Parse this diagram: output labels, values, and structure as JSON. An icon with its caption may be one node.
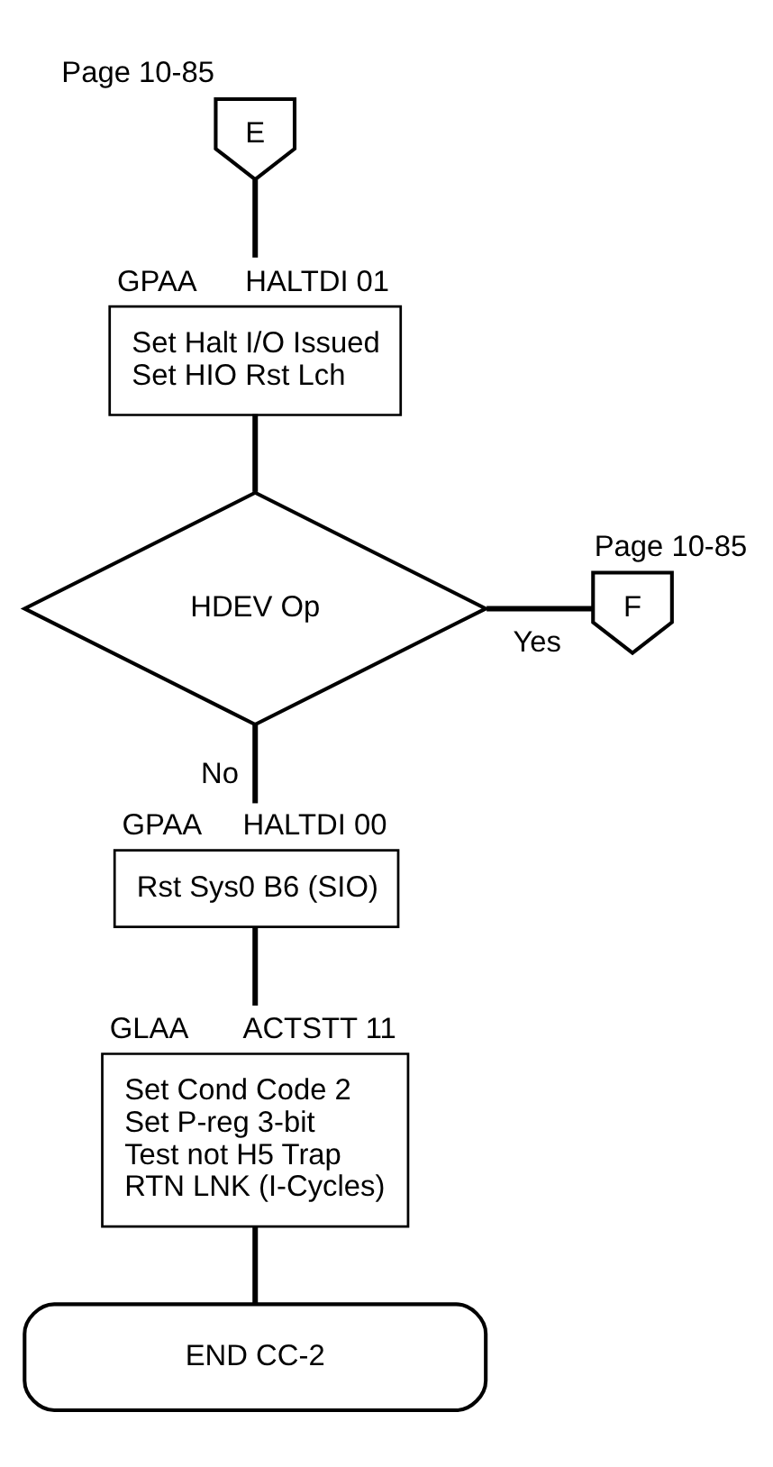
{
  "diagram": {
    "nodes": [
      {
        "text": [
          "E"
        ],
        "beside": [
          "Page 10-85"
        ]
      },
      {
        "text": [
          "GPAA",
          "HALTDI 01",
          "Set Halt I/O Issued",
          "Set HIO Rst Lch"
        ]
      },
      {
        "text": [
          "HDEV Op"
        ]
      },
      {
        "text": [
          "F"
        ],
        "beside": [
          "Page 10-85"
        ]
      },
      {
        "text": [
          "GPAA",
          "HALTDI 00",
          "Rst Sys0 B6 (SIO)"
        ]
      },
      {
        "text": [
          "GLAA",
          "ACTSTT 11",
          "Set Cond Code 2",
          "Set P-reg 3-bit",
          "Test not H5 Trap",
          "RTN LNK (I-Cycles)"
        ]
      },
      {
        "text": [
          "END CC-2"
        ]
      }
    ],
    "edges": [
      {
        "from": 0,
        "to": 1,
        "arrow": "none"
      },
      {
        "from": 1,
        "to": 2,
        "arrow": "none"
      },
      {
        "from": 2,
        "to": 3,
        "arrow": "none",
        "label": "Yes"
      },
      {
        "from": 2,
        "to": 4,
        "arrow": "none",
        "label": "No"
      },
      {
        "from": 4,
        "to": 5,
        "arrow": "none"
      },
      {
        "from": 5,
        "to": 6,
        "arrow": "none"
      }
    ]
  }
}
